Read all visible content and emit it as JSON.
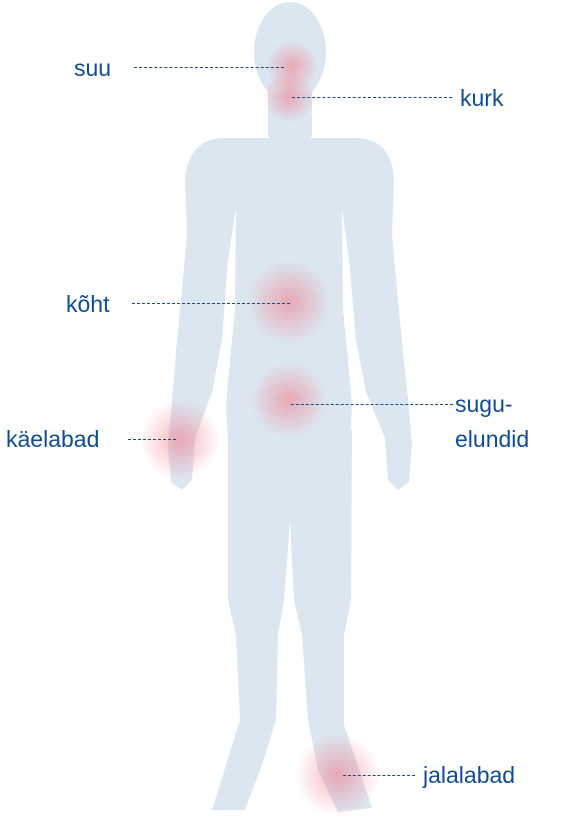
{
  "colors": {
    "body": "#dce6f0",
    "label": "#0f4c95",
    "hotspot": "#f07582"
  },
  "labels": {
    "mouth": "suu",
    "throat": "kurk",
    "stomach": "kõht",
    "genitals_1": "sugu-",
    "genitals_2": "elundid",
    "hands": "käelabad",
    "feet": "jalalabad"
  }
}
